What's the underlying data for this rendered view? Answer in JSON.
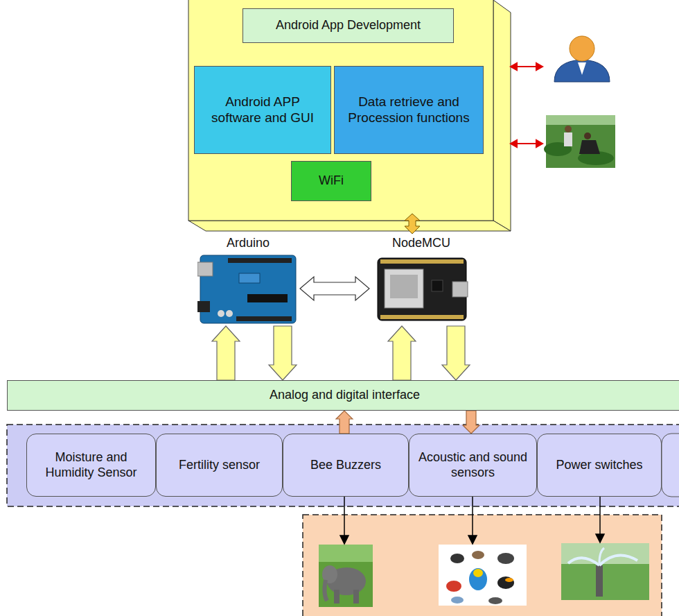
{
  "diagram": {
    "nodes": [
      {
        "text": [
          "Android App Development"
        ]
      },
      {
        "text": [
          "Android APP software and GUI"
        ]
      },
      {
        "text": [
          "Data retrieve and Procession functions"
        ]
      },
      {
        "text": [
          "WiFi"
        ]
      },
      {
        "text": [
          "Arduino"
        ]
      },
      {
        "text": [
          "NodeMCU"
        ]
      },
      {
        "text": [
          "Analog and digital interface"
        ]
      },
      {
        "text": [
          "Moisture and Humidity Sensor"
        ]
      },
      {
        "text": [
          "Fertility sensor"
        ]
      },
      {
        "text": [
          "Bee Buzzers"
        ]
      },
      {
        "text": [
          "Acoustic and sound sensors"
        ]
      },
      {
        "text": [
          "Power switches"
        ]
      }
    ],
    "edges": [
      {
        "from": 4,
        "to": 5,
        "arrow": "both"
      },
      {
        "from": 6,
        "to": 4,
        "arrow": "to"
      },
      {
        "from": 4,
        "to": 6,
        "arrow": "to"
      },
      {
        "from": 6,
        "to": 5,
        "arrow": "to"
      },
      {
        "from": 5,
        "to": 6,
        "arrow": "to"
      },
      {
        "from": 9,
        "to": 6,
        "arrow": "to"
      },
      {
        "from": 6,
        "to": 10,
        "arrow": "to"
      }
    ]
  }
}
